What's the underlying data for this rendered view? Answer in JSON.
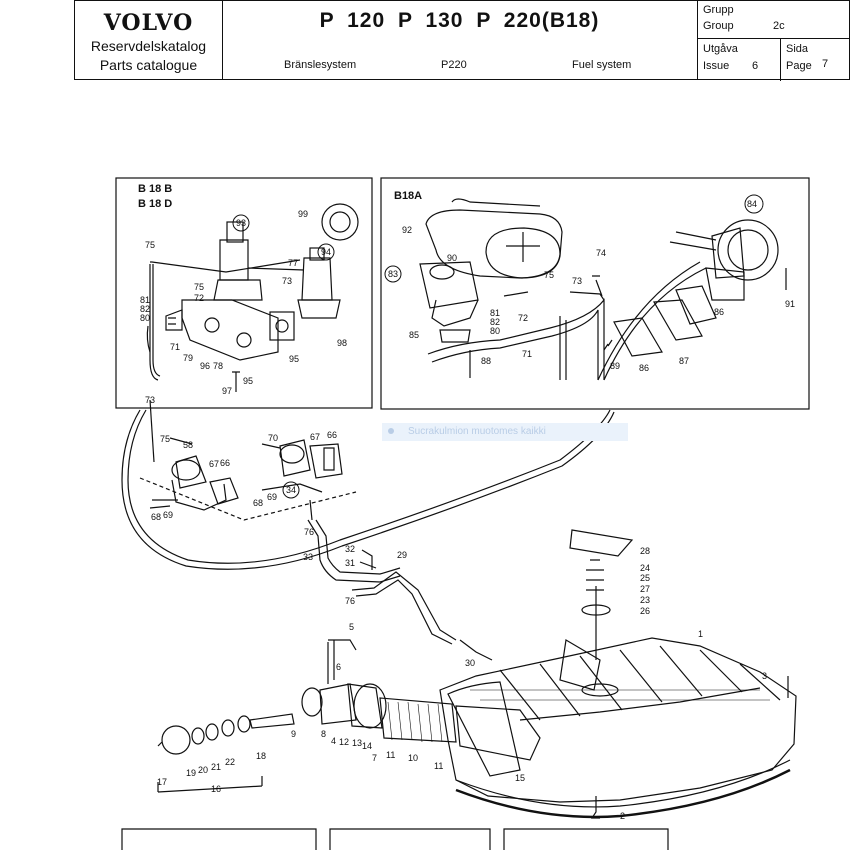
{
  "header": {
    "brand": "VOLVO",
    "catalogue_sv": "Reservdelskatalog",
    "catalogue_en": "Parts catalogue",
    "models": "P 120  P 130  P 220(B18)",
    "section_sv": "Bränslesystem",
    "section_model": "P220",
    "section_en": "Fuel system",
    "group_label_sv": "Grupp",
    "group_label_en": "Group",
    "group_value": "2c",
    "issue_label_sv": "Utgåva",
    "issue_label_en": "Issue",
    "issue_value": "6",
    "page_label_sv": "Sida",
    "page_label_en": "Page",
    "page_value": "7"
  },
  "insets": {
    "left_title_1": "B 18 B",
    "left_title_2": "B 18 D",
    "right_title": "B18A"
  },
  "overlay": {
    "text": "Sucrakulmion muotomes kaikki"
  },
  "parts": {
    "left_inset": [
      "75",
      "81",
      "82",
      "80",
      "72",
      "75",
      "93",
      "99",
      "94",
      "77",
      "73",
      "71",
      "79",
      "96",
      "78",
      "95",
      "97",
      "98",
      "95"
    ],
    "right_inset": [
      "92",
      "90",
      "83",
      "75",
      "74",
      "73",
      "84",
      "85",
      "88",
      "81",
      "82",
      "80",
      "72",
      "71",
      "89",
      "86",
      "87",
      "86",
      "91"
    ],
    "pump_area": [
      "75",
      "58",
      "67",
      "66",
      "68",
      "69",
      "70",
      "67",
      "66",
      "34",
      "68",
      "69",
      "76",
      "73"
    ],
    "tank_area": [
      "33",
      "32",
      "31",
      "76",
      "29",
      "30",
      "28",
      "24",
      "25",
      "27",
      "23",
      "26",
      "1",
      "3",
      "5",
      "6",
      "9",
      "8",
      "4",
      "12",
      "13",
      "14",
      "7",
      "11",
      "10",
      "11",
      "15",
      "17",
      "19",
      "20",
      "21",
      "22",
      "18",
      "16",
      "2"
    ]
  }
}
